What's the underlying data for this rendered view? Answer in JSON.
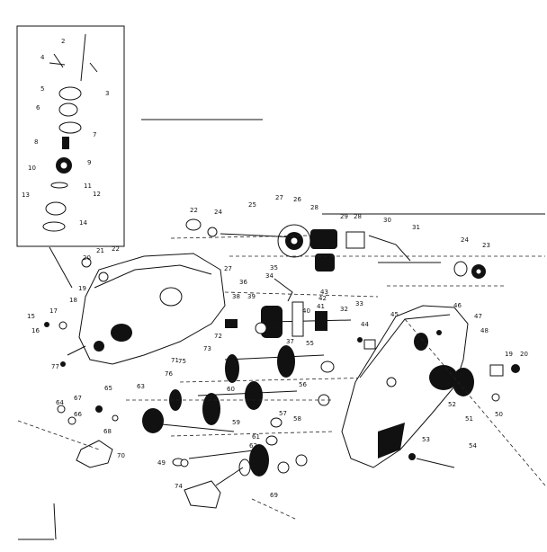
{
  "diagram": {
    "callouts": [
      "2",
      "4",
      "5",
      "3",
      "6",
      "7",
      "8",
      "9",
      "10",
      "11",
      "12",
      "13",
      "14",
      "22",
      "24",
      "25",
      "27",
      "26",
      "28",
      "29",
      "28",
      "30",
      "31",
      "24",
      "23",
      "20",
      "21",
      "22",
      "19",
      "18",
      "15",
      "16",
      "17",
      "77",
      "27",
      "35",
      "34",
      "36",
      "38",
      "39",
      "37",
      "40",
      "41",
      "42",
      "43",
      "44",
      "45",
      "46",
      "47",
      "48",
      "49",
      "71",
      "74",
      "73",
      "72",
      "75",
      "76",
      "57",
      "58",
      "59",
      "60",
      "61",
      "62",
      "63",
      "64",
      "65",
      "66",
      "67",
      "68",
      "69",
      "70",
      "55",
      "56",
      "50",
      "51",
      "52",
      "53",
      "54",
      "19",
      "20",
      "33",
      "32"
    ]
  }
}
